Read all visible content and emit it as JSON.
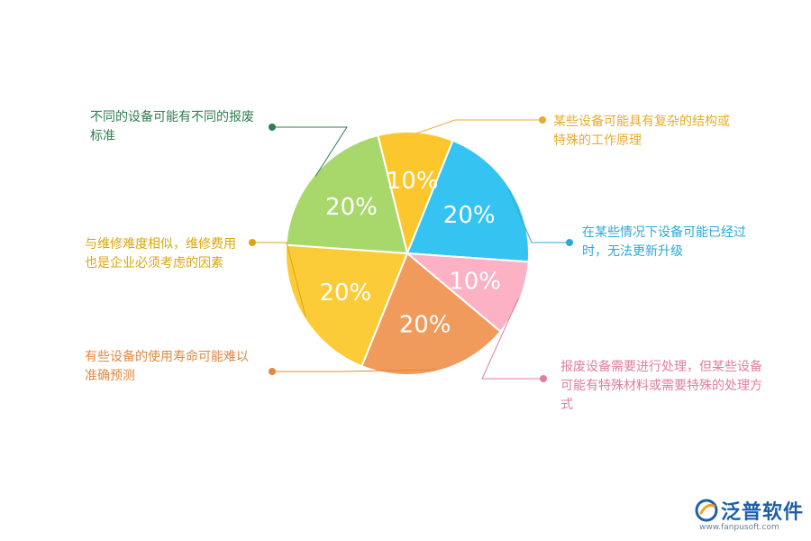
{
  "chart_data": {
    "type": "pie",
    "slices": [
      {
        "label": "某些设备可能具有复杂的结构或特殊的工作原理",
        "value": 10,
        "display": "10%",
        "color": "#fcc72c"
      },
      {
        "label": "在某些情况下设备可能已经过时，无法更新升级",
        "value": 20,
        "display": "20%",
        "color": "#35c3f2"
      },
      {
        "label": "报废设备需要进行处理，但某些设备可能有特殊材料或需要特殊的处理方式",
        "value": 10,
        "display": "10%",
        "color": "#fdb1c5"
      },
      {
        "label": "有些设备的使用寿命可能难以准确预测",
        "value": 20,
        "display": "20%",
        "color": "#f09a5c"
      },
      {
        "label": "与维修难度相似，维修费用也是企业必须考虑的因素",
        "value": 20,
        "display": "20%",
        "color": "#fccb38"
      },
      {
        "label": "不同的设备可能有不同的报废标准",
        "value": 20,
        "display": "20%",
        "color": "#a8d86b"
      }
    ]
  },
  "callouts": [
    {
      "text": "某些设备可能具有复杂的结构或特殊的工作原理",
      "color": "#e8ab2a"
    },
    {
      "text": "在某些情况下设备可能已经过时，无法更新升级",
      "color": "#2ea8d8"
    },
    {
      "text": "报废设备需要进行处理，但某些设备可能有特殊材料或需要特殊的处理方式",
      "color": "#e07da0"
    },
    {
      "text": "有些设备的使用寿命可能难以准确预测",
      "color": "#e08840"
    },
    {
      "text": "与维修难度相似，维修费用也是企业必须考虑的因素",
      "color": "#d9a70f"
    },
    {
      "text": "不同的设备可能有不同的报废标准",
      "color": "#2f7d4f"
    }
  ],
  "logo": {
    "name": "泛普软件",
    "url": "www.fanpusoft.com",
    "color": "#1f5fa8"
  }
}
